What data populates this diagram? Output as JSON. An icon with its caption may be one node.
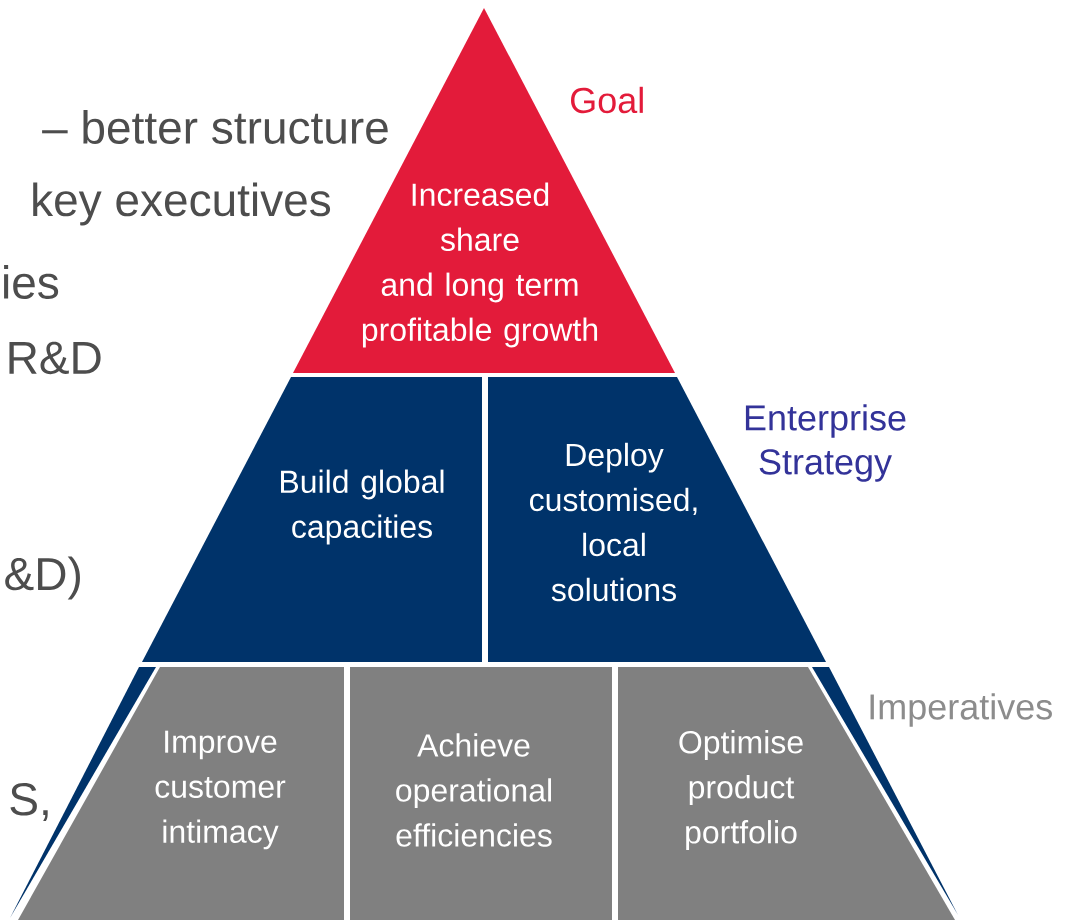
{
  "diagram": {
    "nodes": [
      {
        "text": [
          "Increased share and long term profitable growth"
        ]
      },
      {
        "text": [
          "Build global capacities"
        ]
      },
      {
        "text": [
          "Deploy customised, local solutions"
        ]
      },
      {
        "text": [
          "Improve customer intimacy"
        ]
      },
      {
        "text": [
          "Achieve operational efficiencies"
        ]
      },
      {
        "text": [
          "Optimise product portfolio"
        ]
      }
    ],
    "labels": [
      "– better structure",
      "key executives",
      "ies",
      "R&D",
      "&D)",
      "S,",
      "Goal",
      "Enterprise Strategy",
      "Imperatives"
    ]
  }
}
